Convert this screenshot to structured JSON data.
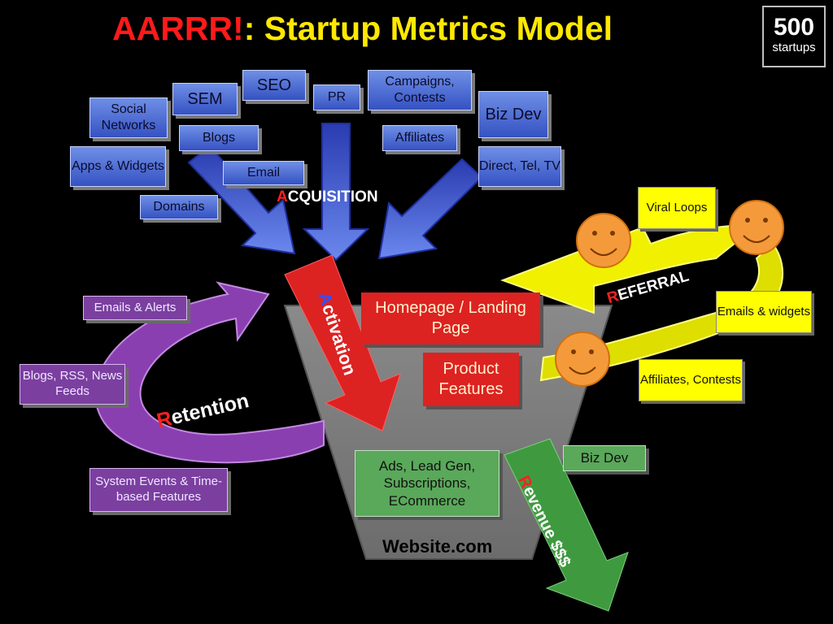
{
  "title": {
    "part1": "AARRR!",
    "part2": ": Startup Metrics Model"
  },
  "logo": {
    "number": "500",
    "word": "startups"
  },
  "stages": {
    "acquisition": {
      "first": "A",
      "rest": "CQUISITION"
    },
    "activation": {
      "first": "A",
      "rest": "ctivation"
    },
    "retention": {
      "first": "R",
      "rest": "etention"
    },
    "referral": {
      "first": "R",
      "rest": "EFERRAL"
    },
    "revenue": {
      "first": "R",
      "rest": "evenue $$$"
    }
  },
  "acquisition_channels": {
    "social": "Social Networks",
    "sem": "SEM",
    "seo": "SEO",
    "pr": "PR",
    "campaigns": "Campaigns, Contests",
    "bizdev": "Biz Dev",
    "blogs": "Blogs",
    "affiliates": "Affiliates",
    "apps": "Apps & Widgets",
    "email": "Email",
    "direct": "Direct, Tel, TV",
    "domains": "Domains"
  },
  "website": {
    "homepage": "Homepage / Landing Page",
    "product": "Product Features",
    "ads": "Ads, Lead Gen, Subscriptions, ECommerce",
    "domain": "Website.com"
  },
  "retention_channels": {
    "emails": "Emails & Alerts",
    "blogs": "Blogs, RSS, News Feeds",
    "system": "System Events & Time-based Features"
  },
  "referral_channels": {
    "viral": "Viral Loops",
    "emails": "Emails & widgets",
    "affiliates": "Affiliates, Contests"
  },
  "revenue_channels": {
    "bizdev": "Biz Dev"
  },
  "colors": {
    "acquisition": "#3f5fd8",
    "activation": "#dd2222",
    "retention": "#8a3fb0",
    "referral": "#e8e800",
    "revenue": "#3f9a3f",
    "funnel": "#808080"
  }
}
